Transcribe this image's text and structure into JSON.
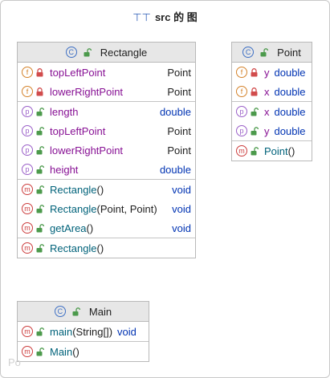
{
  "title": {
    "icon": "package-icon",
    "text": "src 的 图"
  },
  "classes": {
    "rectangle": {
      "name": "Rectangle",
      "fields": [
        {
          "badge": "f",
          "vis": "private",
          "name": "topLeftPoint",
          "type": "Point",
          "kind": "cls"
        },
        {
          "badge": "f",
          "vis": "private",
          "name": "lowerRightPoint",
          "type": "Point",
          "kind": "cls"
        }
      ],
      "properties": [
        {
          "badge": "p",
          "vis": "public",
          "name": "length",
          "type": "double",
          "kind": "kw"
        },
        {
          "badge": "p",
          "vis": "public",
          "name": "topLeftPoint",
          "type": "Point",
          "kind": "cls"
        },
        {
          "badge": "p",
          "vis": "public",
          "name": "lowerRightPoint",
          "type": "Point",
          "kind": "cls"
        },
        {
          "badge": "p",
          "vis": "public",
          "name": "height",
          "type": "double",
          "kind": "kw"
        }
      ],
      "methods": [
        {
          "badge": "m",
          "vis": "public",
          "name": "Rectangle",
          "params": "()",
          "type": "void",
          "kind": "kw"
        },
        {
          "badge": "m",
          "vis": "public",
          "name": "Rectangle",
          "params": "(Point, Point)",
          "type": "void",
          "kind": "kw"
        },
        {
          "badge": "m",
          "vis": "public",
          "name": "getArea",
          "params": "()",
          "type": "void",
          "kind": "kw"
        }
      ],
      "constructors": [
        {
          "badge": "m",
          "vis": "public",
          "name": "Rectangle",
          "params": "()",
          "type": "",
          "kind": "kw"
        }
      ]
    },
    "point": {
      "name": "Point",
      "fields": [
        {
          "badge": "f",
          "vis": "private",
          "name": "y",
          "type": "double",
          "kind": "kw"
        },
        {
          "badge": "f",
          "vis": "private",
          "name": "x",
          "type": "double",
          "kind": "kw"
        }
      ],
      "properties": [
        {
          "badge": "p",
          "vis": "public",
          "name": "x",
          "type": "double",
          "kind": "kw"
        },
        {
          "badge": "p",
          "vis": "public",
          "name": "y",
          "type": "double",
          "kind": "kw"
        }
      ],
      "constructors": [
        {
          "badge": "m",
          "vis": "public",
          "name": "Point",
          "params": "()",
          "type": "",
          "kind": "kw"
        }
      ]
    },
    "main": {
      "name": "Main",
      "methods": [
        {
          "badge": "m",
          "vis": "public",
          "name": "main",
          "params": "(String[])",
          "type": "void",
          "kind": "kw"
        }
      ],
      "constructors": [
        {
          "badge": "m",
          "vis": "public",
          "name": "Main",
          "params": "()",
          "type": "",
          "kind": "kw"
        }
      ]
    }
  },
  "watermark": "Po",
  "colors": {
    "class_badge": "#3d6fc4",
    "field_badge": "#d4822a",
    "property_badge": "#9a5fc8",
    "method_badge": "#cc3d3d",
    "field_name": "#871094",
    "method_name": "#00627a",
    "keyword_type": "#0033b3",
    "header_bg": "#e7e7e7"
  }
}
